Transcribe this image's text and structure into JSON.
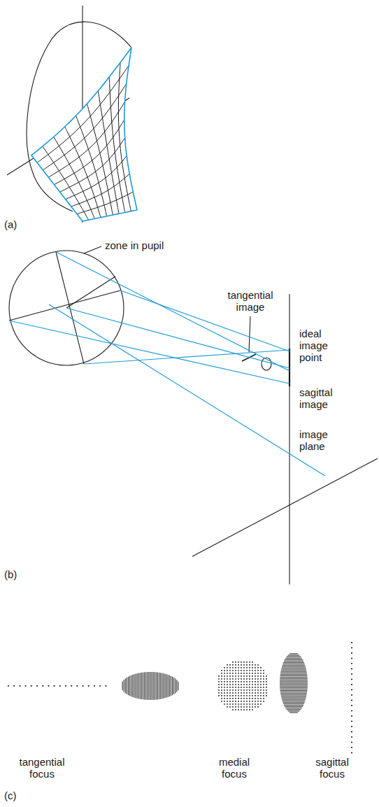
{
  "diagram": {
    "labels": [
      "(a)",
      "zone in pupil",
      "tangential image",
      "ideal image point",
      "sagittal image",
      "image plane",
      "(b)",
      "tangential focus",
      "medial focus",
      "sagittal focus",
      "(c)"
    ]
  }
}
